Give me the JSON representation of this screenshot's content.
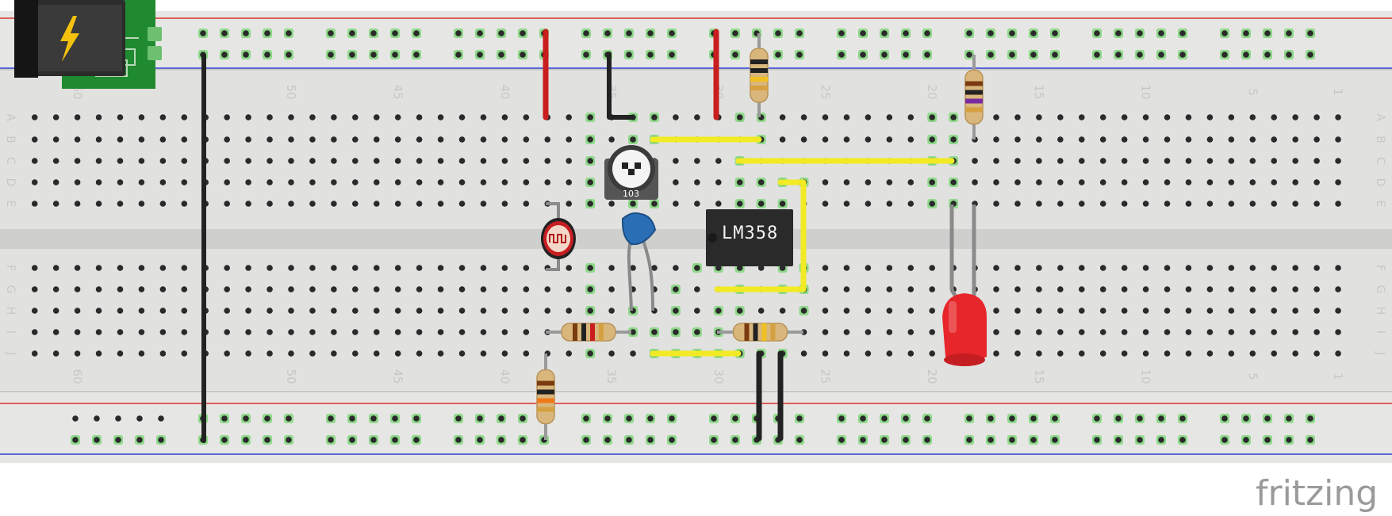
{
  "breadboard": {
    "columns_top": [
      "1",
      "5",
      "10",
      "15",
      "20",
      "25",
      "30",
      "35",
      "40",
      "45",
      "50",
      "60"
    ],
    "row_labels": [
      "A",
      "B",
      "C",
      "D",
      "E",
      "F",
      "G",
      "H",
      "I",
      "J"
    ]
  },
  "components": {
    "ic_label": "LM358",
    "pot_label": "103"
  },
  "brand": "fritzing",
  "colors": {
    "board": "#e6e6e4",
    "rail_red": "#d9302c",
    "rail_blue": "#2b3fd6",
    "wire_red": "#c81e1e",
    "wire_black": "#222222",
    "wire_yellow": "#f2ea24",
    "led_red": "#e6262b",
    "hole_green": "#7fd27a"
  },
  "icons": [
    "power-jack-icon",
    "lightning-bolt-icon",
    "photoresistor-icon",
    "potentiometer-icon",
    "capacitor-icon",
    "led-icon"
  ]
}
